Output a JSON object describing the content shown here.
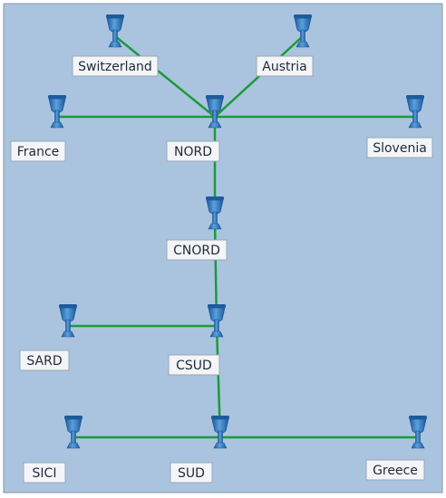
{
  "colors": {
    "background": "#aac4e0",
    "frame": "#8a96a6",
    "link": "#1c9a3a",
    "node_dark": "#1e5a9c",
    "node_light": "#5aa0dc",
    "label_bg": "#f3f5f8",
    "label_border": "#9aa6b4",
    "label_text": "#1f2a38"
  },
  "node_icon": "trophy-cup-icon",
  "nodes": [
    {
      "id": "switzerland",
      "label": "Switzerland"
    },
    {
      "id": "austria",
      "label": "Austria"
    },
    {
      "id": "france",
      "label": "France"
    },
    {
      "id": "nord",
      "label": "NORD"
    },
    {
      "id": "slovenia",
      "label": "Slovenia"
    },
    {
      "id": "cnord",
      "label": "CNORD"
    },
    {
      "id": "sard",
      "label": "SARD"
    },
    {
      "id": "csud",
      "label": "CSUD"
    },
    {
      "id": "sici",
      "label": "SICI"
    },
    {
      "id": "sud",
      "label": "SUD"
    },
    {
      "id": "greece",
      "label": "Greece"
    }
  ],
  "links": [
    {
      "from": "switzerland",
      "to": "nord"
    },
    {
      "from": "austria",
      "to": "nord"
    },
    {
      "from": "france",
      "to": "nord"
    },
    {
      "from": "nord",
      "to": "slovenia"
    },
    {
      "from": "nord",
      "to": "cnord"
    },
    {
      "from": "cnord",
      "to": "csud"
    },
    {
      "from": "sard",
      "to": "csud"
    },
    {
      "from": "csud",
      "to": "sud"
    },
    {
      "from": "sici",
      "to": "sud"
    },
    {
      "from": "sud",
      "to": "greece"
    }
  ]
}
